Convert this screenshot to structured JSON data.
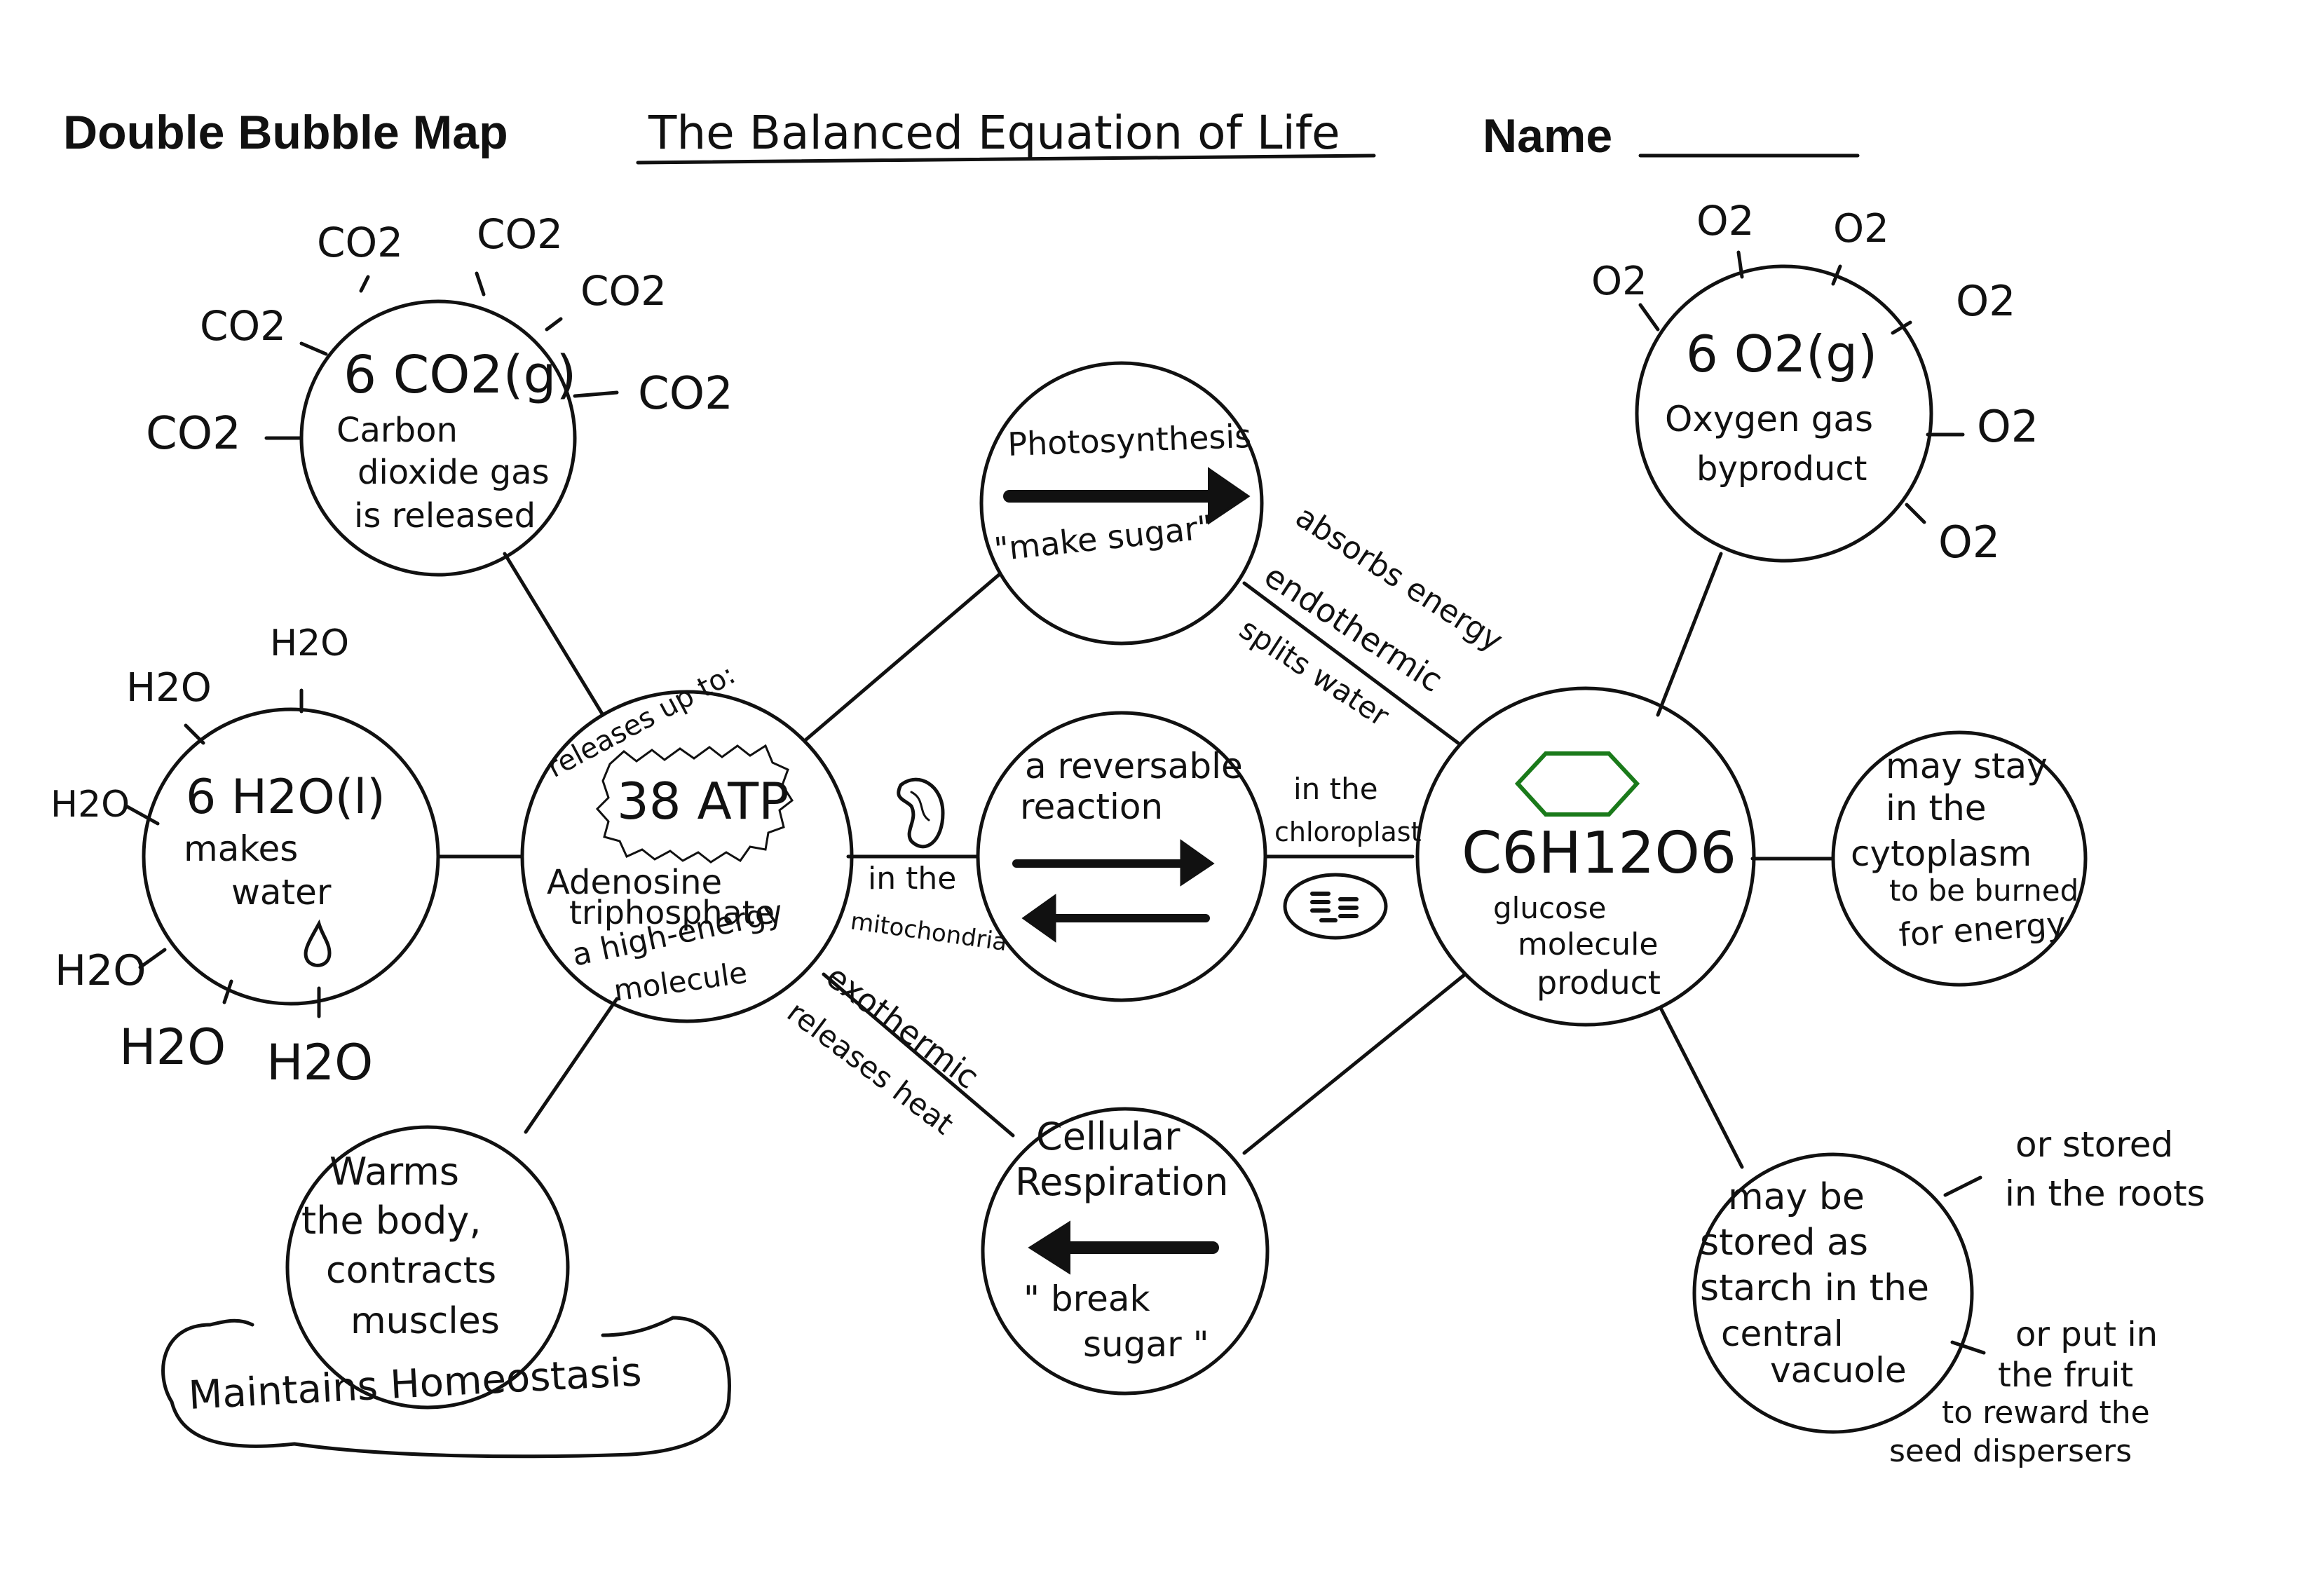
{
  "header": {
    "map_type": "Double Bubble Map",
    "title": "The Balanced Equation of Life",
    "name_label": "Name"
  },
  "co2_bubble": {
    "formula": "6 CO2(g)",
    "lines": [
      "Carbon",
      "dioxide gas",
      "is released"
    ],
    "satellite_label": "CO2"
  },
  "h2o_bubble": {
    "formula": "6 H2O(l)",
    "lines": [
      "makes",
      "water"
    ],
    "satellite_label": "H2O"
  },
  "atp_bubble": {
    "top_text": "releases up to:",
    "formula": "38 ATP",
    "lines": [
      "Adenosine",
      "triphosphate",
      "a high-energy",
      "molecule"
    ]
  },
  "warms_bubble": {
    "lines": [
      "Warms",
      "the body,",
      "contracts",
      "muscles"
    ],
    "cloud_text": "Maintains Homeostasis"
  },
  "photosynthesis_bubble": {
    "title": "Photosynthesis",
    "subtitle": "\"make sugar\""
  },
  "reversible_bubble": {
    "lines": [
      "a reversable",
      "reaction"
    ]
  },
  "respiration_bubble": {
    "lines": [
      "Cellular",
      "Respiration"
    ],
    "subtitle_lines": [
      "\" break",
      "sugar \""
    ]
  },
  "glucose_bubble": {
    "formula": "C6H12O6",
    "lines": [
      "glucose",
      "molecule",
      "product"
    ],
    "hexagon_color": "#1a7a1a"
  },
  "o2_bubble": {
    "formula": "6 O2(g)",
    "lines": [
      "Oxygen gas",
      "byproduct"
    ],
    "satellite_label": "O2"
  },
  "cytoplasm_bubble": {
    "lines": [
      "may stay",
      "in the",
      "cytoplasm",
      "to be burned",
      "for energy"
    ]
  },
  "starch_bubble": {
    "lines": [
      "may be",
      "stored as",
      "starch in the",
      "central",
      "vacuole"
    ]
  },
  "connector_labels": {
    "absorbs": "absorbs energy",
    "endothermic": "endothermic",
    "splits": "splits water",
    "chloroplast_1": "in the",
    "chloroplast_2": "chloroplast",
    "mito_1": "in the",
    "mito_2": "mitochondria",
    "exothermic": "exothermic",
    "releases_heat": "releases heat",
    "roots_1": "or stored",
    "roots_2": "in the roots",
    "fruit_1": "or put in",
    "fruit_2": "the fruit",
    "fruit_3": "to reward the",
    "fruit_4": "seed dispersers"
  }
}
